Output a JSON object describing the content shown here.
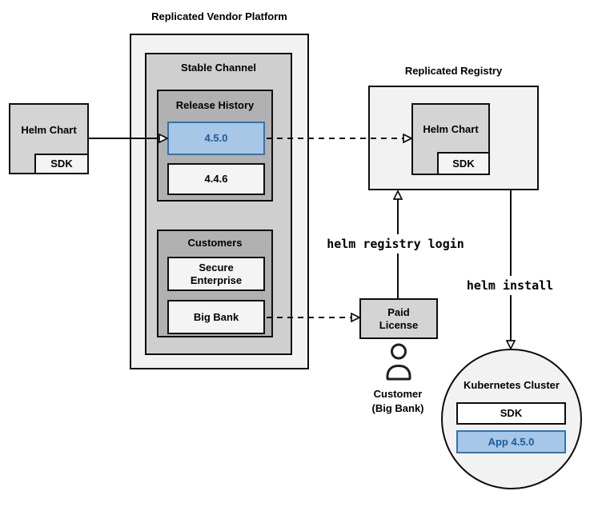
{
  "diagram": {
    "helm_chart_source": {
      "label": "Helm Chart",
      "sdk": "SDK"
    },
    "vendor_platform": {
      "title": "Replicated Vendor Platform",
      "stable_channel": {
        "label": "Stable Channel",
        "release_history": {
          "label": "Release History",
          "releases": [
            {
              "version": "4.5.0",
              "highlighted": true
            },
            {
              "version": "4.4.6",
              "highlighted": false
            }
          ]
        },
        "customers": {
          "label": "Customers",
          "secure_enterprise": {
            "line1": "Secure",
            "line2": "Enterprise"
          },
          "big_bank": {
            "label": "Big Bank"
          }
        }
      }
    },
    "registry": {
      "title": "Replicated Registry",
      "helm_chart": "Helm Chart",
      "sdk": "SDK"
    },
    "paid_license": {
      "line1": "Paid",
      "line2": "License"
    },
    "customer": {
      "line1": "Customer",
      "line2": "(Big Bank)"
    },
    "commands": {
      "registry_login": "helm registry login",
      "install": "helm install"
    },
    "kubernetes_cluster": {
      "title": "Kubernetes Cluster",
      "sdk": "SDK",
      "app": "App 4.5.0"
    },
    "colors": {
      "highlight_fill": "#a8c6e6",
      "highlight_border": "#2e74b5",
      "highlight_text": "#1a5c9e",
      "node_gray": "#d4d4d4",
      "panel_light": "#f2f2f2",
      "panel_medium": "#cfcfcf",
      "panel_dark": "#b1b1b1",
      "line_black": "#0d0d0d"
    }
  }
}
